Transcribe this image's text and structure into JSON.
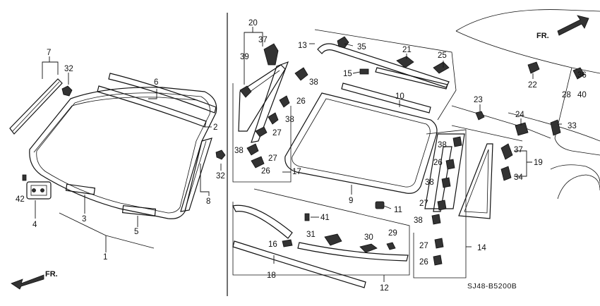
{
  "diagram_code": "SJ48-B5200B",
  "front_label": "FR.",
  "callouts": [
    "1",
    "2",
    "3",
    "4",
    "5",
    "6",
    "7",
    "8",
    "9",
    "10",
    "11",
    "12",
    "13",
    "14",
    "15",
    "16",
    "17",
    "18",
    "19",
    "20",
    "21",
    "22",
    "23",
    "24",
    "25",
    "26",
    "27",
    "28",
    "29",
    "30",
    "31",
    "32",
    "33",
    "34",
    "35",
    "36",
    "37",
    "38",
    "39",
    "40",
    "41",
    "42"
  ]
}
